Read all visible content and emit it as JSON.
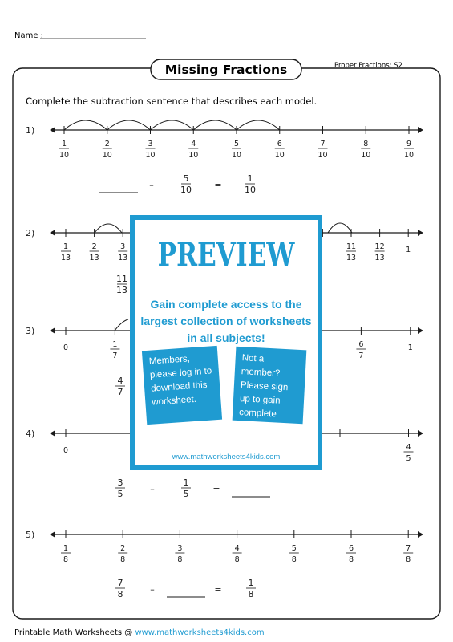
{
  "header": {
    "name_label": "Name :",
    "title": "Missing Fractions",
    "subtitle": "Proper Fractions: S2"
  },
  "instructions": "Complete the subtraction sentence that describes each model.",
  "problems": [
    {
      "label": "1)",
      "ticks": [
        [
          "1",
          "10"
        ],
        [
          "2",
          "10"
        ],
        [
          "3",
          "10"
        ],
        [
          "4",
          "10"
        ],
        [
          "5",
          "10"
        ],
        [
          "6",
          "10"
        ],
        [
          "7",
          "10"
        ],
        [
          "8",
          "10"
        ],
        [
          "9",
          "10"
        ]
      ],
      "arcs": [
        1,
        2,
        3,
        4,
        5
      ],
      "equation": {
        "a": null,
        "op": "–",
        "b": [
          "5",
          "10"
        ],
        "eq": "=",
        "c": [
          "1",
          "10"
        ]
      }
    },
    {
      "label": "2)",
      "ticks": [
        [
          "1",
          "13"
        ],
        [
          "2",
          "13"
        ],
        [
          "3",
          "13"
        ],
        [
          "",
          ""
        ],
        [
          "",
          ""
        ],
        [
          "",
          ""
        ],
        [
          "",
          ""
        ],
        [
          "",
          ""
        ],
        [
          "",
          ""
        ],
        [
          "",
          ""
        ],
        [
          "11",
          "13"
        ],
        [
          "12",
          "13"
        ],
        [
          "1",
          ""
        ]
      ],
      "equation": {
        "a": [
          "11",
          "13"
        ]
      }
    },
    {
      "label": "3)",
      "ticks": [
        [
          "0",
          ""
        ],
        [
          "1",
          "7"
        ],
        [
          "",
          ""
        ],
        [
          "",
          ""
        ],
        [
          "",
          ""
        ],
        [
          "",
          ""
        ],
        [
          "6",
          "7"
        ],
        [
          "1",
          ""
        ]
      ],
      "equation": {
        "a": [
          "4",
          "7"
        ]
      }
    },
    {
      "label": "4)",
      "ticks": [
        [
          "0",
          ""
        ],
        [
          "",
          ""
        ],
        [
          "",
          ""
        ],
        [
          "",
          ""
        ],
        [
          "",
          ""
        ],
        [
          "4",
          "5"
        ]
      ],
      "equation": {
        "a": [
          "3",
          "5"
        ],
        "op": "–",
        "b": [
          "1",
          "5"
        ],
        "eq": "=",
        "c": null
      }
    },
    {
      "label": "5)",
      "ticks": [
        [
          "1",
          "8"
        ],
        [
          "2",
          "8"
        ],
        [
          "3",
          "8"
        ],
        [
          "4",
          "8"
        ],
        [
          "5",
          "8"
        ],
        [
          "6",
          "8"
        ],
        [
          "7",
          "8"
        ]
      ],
      "equation": {
        "a": [
          "7",
          "8"
        ],
        "op": "–",
        "b": null,
        "eq": "=",
        "c": [
          "1",
          "8"
        ]
      }
    }
  ],
  "overlay": {
    "title": "PREVIEW",
    "tagline": "Gain complete access to the largest collection of worksheets in all subjects!",
    "members_text": "Members, please log in to download this worksheet.",
    "nonmembers_text": "Not a member? Please sign up to gain complete access.",
    "url": "www.mathworksheets4kids.com"
  },
  "footer": {
    "text": "Printable Math Worksheets @ ",
    "url": "www.mathworksheets4kids.com"
  },
  "colors": {
    "accent": "#1f9bd1",
    "ink": "#1a1a1a"
  }
}
